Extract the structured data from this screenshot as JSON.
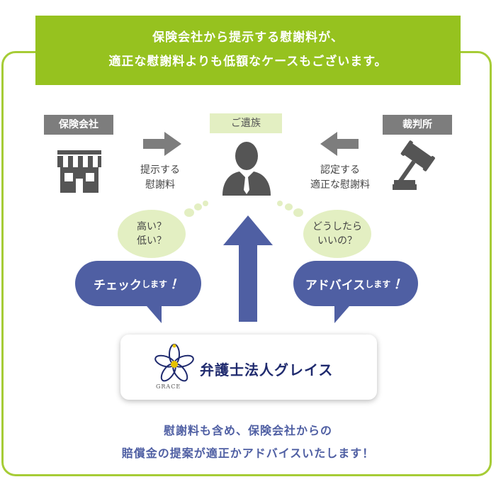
{
  "banner": {
    "line1": "保険会社から提示する慰謝料が、",
    "line2": "適正な慰謝料よりも低額なケースもございます。"
  },
  "parties": {
    "insurer": {
      "label": "保険会社",
      "icon": "store-icon"
    },
    "family": {
      "label": "ご遺族",
      "icon": "person-icon"
    },
    "court": {
      "label": "裁判所",
      "icon": "gavel-icon"
    }
  },
  "flows": {
    "insurer_line1": "提示する",
    "insurer_line2": "慰謝料",
    "court_line1": "認定する",
    "court_line2": "適正な慰謝料"
  },
  "thoughts": {
    "left_line1": "高い？",
    "left_line2": "低い？",
    "right_line1": "どうしたら",
    "right_line2": "いいの？"
  },
  "speech": {
    "left_main": "チェック",
    "left_small": "します",
    "left_excl": "！",
    "right_main": "アドバイス",
    "right_small": "します",
    "right_excl": "！"
  },
  "logo": {
    "name": "弁護士法人グレイス",
    "mark": "GRACE"
  },
  "footer": {
    "line1": "慰謝料も含め、保険会社からの",
    "line2": "賠償金の提案が適正かアドバイスいたします！"
  },
  "colors": {
    "green": "#96c21f",
    "light_green": "#e3efc2",
    "navy": "#4f5fa3",
    "gray": "#7d7d7d"
  }
}
